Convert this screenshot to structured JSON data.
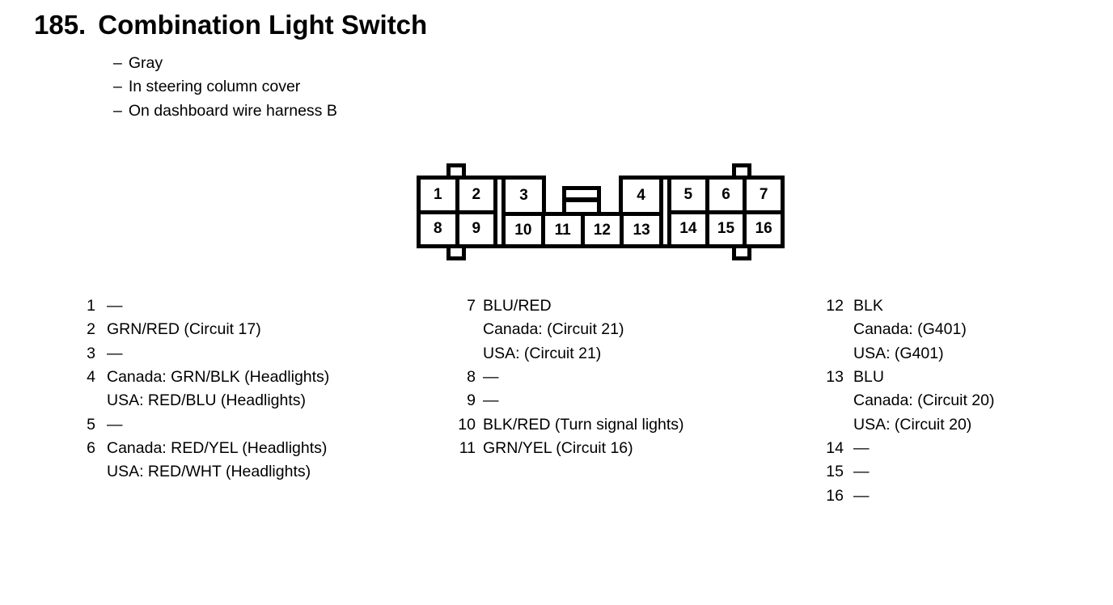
{
  "page": {
    "section_number": "185.",
    "title": "Combination Light Switch",
    "note_bullet": "–",
    "notes": [
      "Gray",
      "In steering column cover",
      "On dashboard wire harness B"
    ]
  },
  "connector": {
    "description": "16-pin connector front view",
    "left_cells": [
      "1",
      "2",
      "8",
      "9"
    ],
    "top_left_cell": "3",
    "top_right_cell": "4",
    "middle_bottom_cells": [
      "10",
      "11",
      "12",
      "13"
    ],
    "right_cells": [
      "5",
      "6",
      "7",
      "14",
      "15",
      "16"
    ],
    "outline_color": "#000000",
    "fill_color": "#ffffff"
  },
  "pin_columns": [
    {
      "entries": [
        {
          "num": "1",
          "lines": [
            "—"
          ]
        },
        {
          "num": "2",
          "lines": [
            "GRN/RED (Circuit 17)"
          ]
        },
        {
          "num": "3",
          "lines": [
            "—"
          ]
        },
        {
          "num": "4",
          "lines": [
            "Canada: GRN/BLK (Headlights)",
            "USA: RED/BLU (Headlights)"
          ]
        },
        {
          "num": "5",
          "lines": [
            "—"
          ]
        },
        {
          "num": "6",
          "lines": [
            "Canada: RED/YEL (Headlights)",
            "USA: RED/WHT (Headlights)"
          ]
        }
      ]
    },
    {
      "entries": [
        {
          "num": "7",
          "lines": [
            "BLU/RED",
            "Canada: (Circuit 21)",
            "USA: (Circuit 21)"
          ]
        },
        {
          "num": "8",
          "lines": [
            "—"
          ]
        },
        {
          "num": "9",
          "lines": [
            "—"
          ]
        },
        {
          "num": "10",
          "lines": [
            "BLK/RED (Turn signal lights)"
          ]
        },
        {
          "num": "11",
          "lines": [
            "GRN/YEL (Circuit 16)"
          ]
        }
      ]
    },
    {
      "entries": [
        {
          "num": "12",
          "lines": [
            "BLK",
            "Canada: (G401)",
            "USA: (G401)"
          ]
        },
        {
          "num": "13",
          "lines": [
            "BLU",
            "Canada: (Circuit 20)",
            "USA: (Circuit 20)"
          ]
        },
        {
          "num": "14",
          "lines": [
            "—"
          ]
        },
        {
          "num": "15",
          "lines": [
            "—"
          ]
        },
        {
          "num": "16",
          "lines": [
            "—"
          ]
        }
      ]
    }
  ]
}
